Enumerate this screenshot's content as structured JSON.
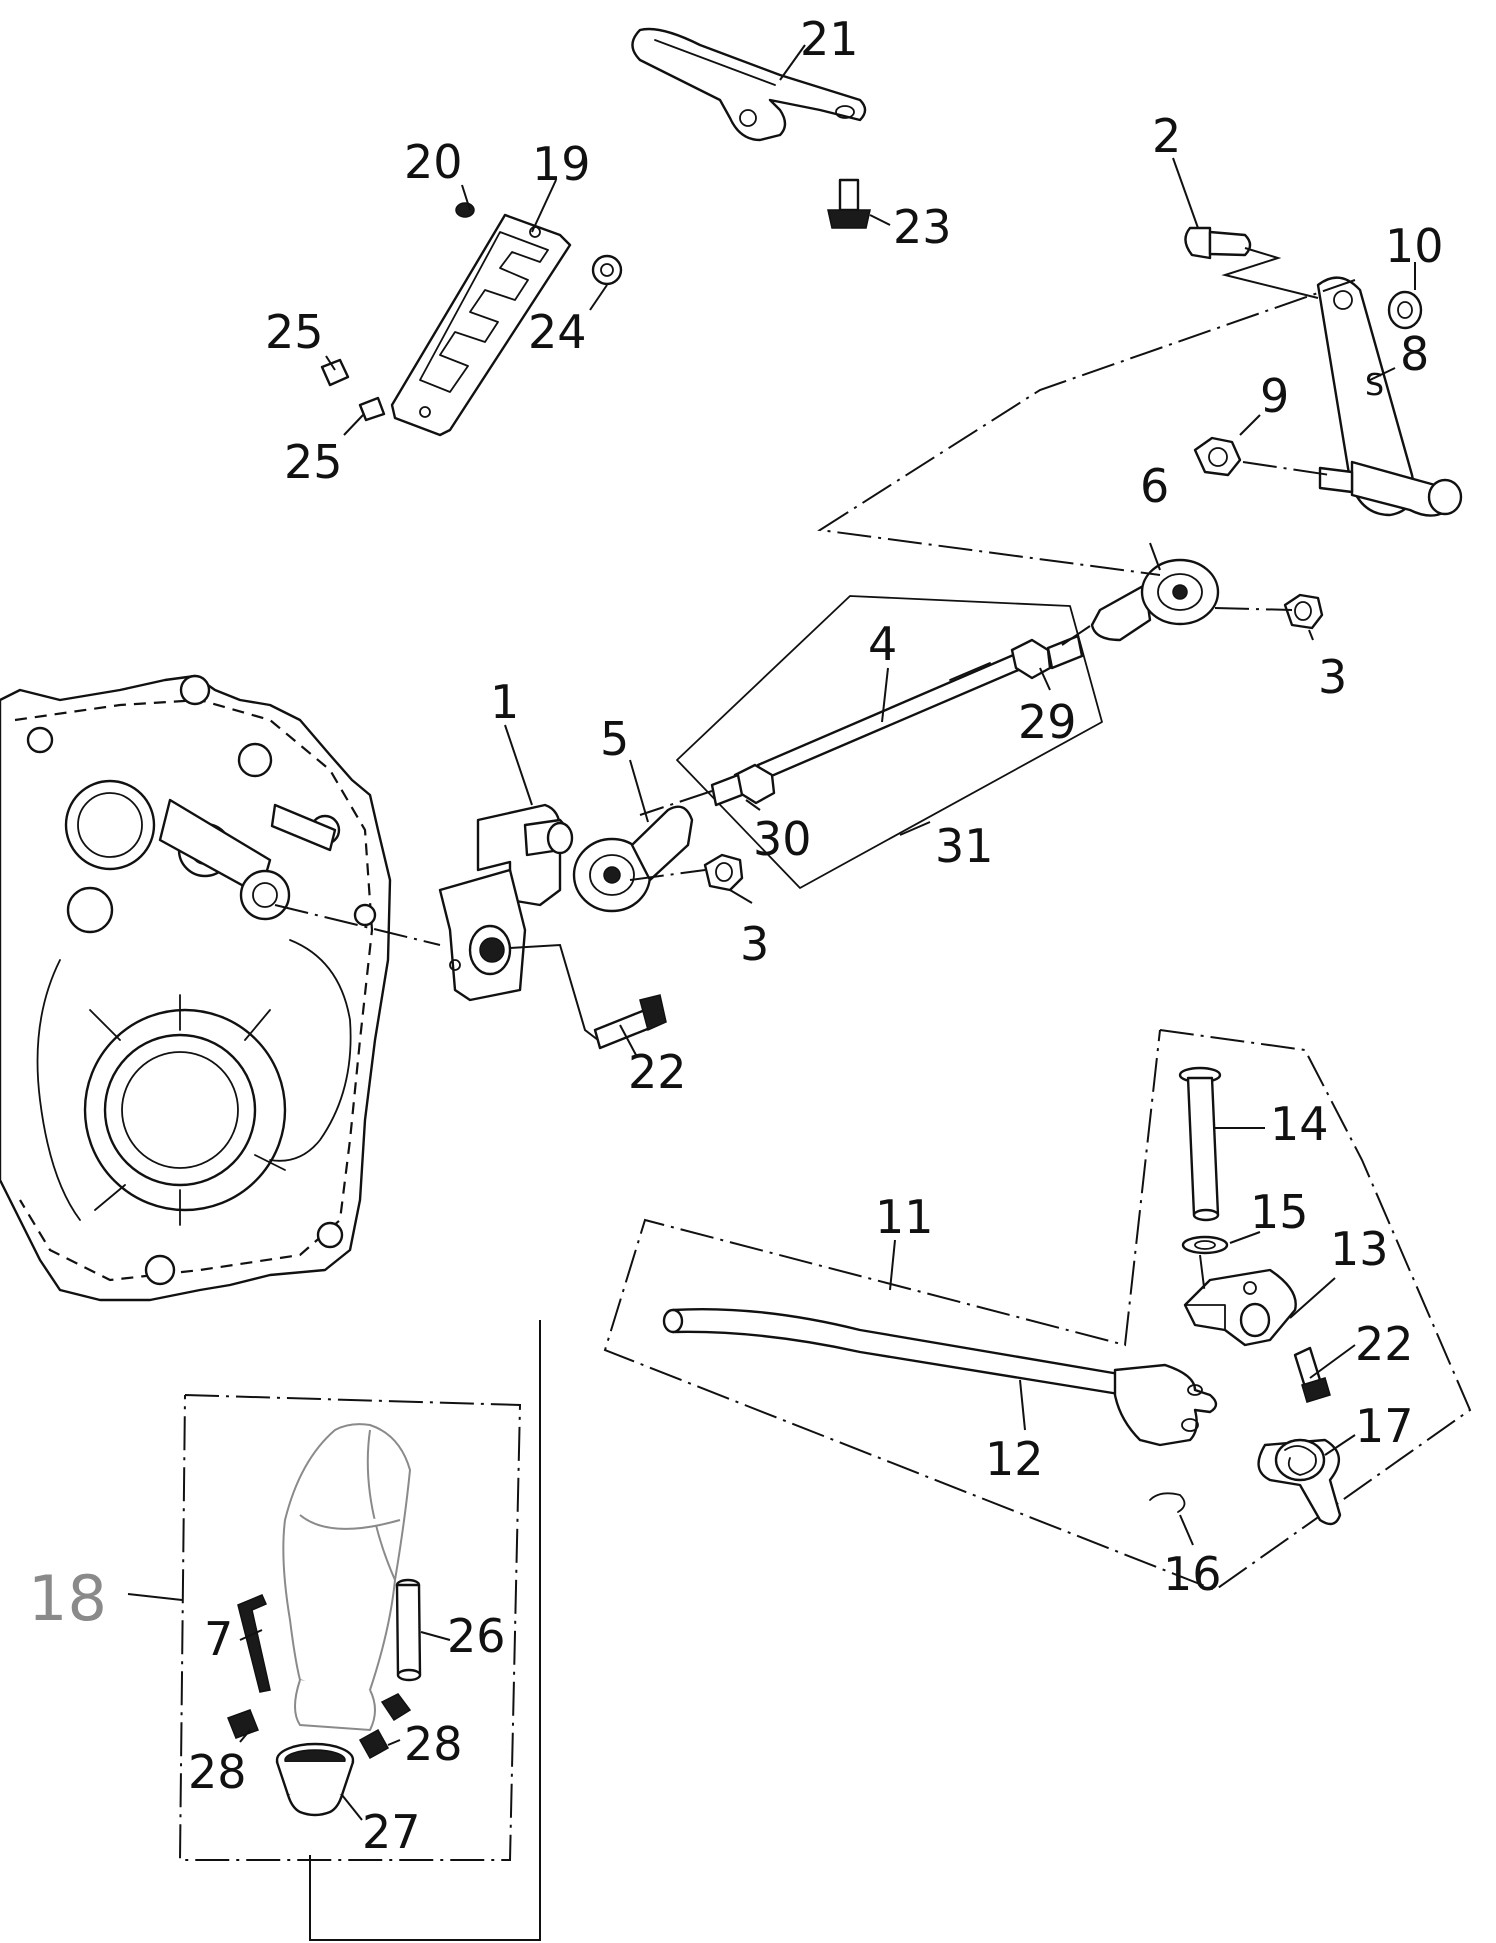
{
  "callouts": {
    "c1": "1",
    "c2": "2",
    "c3a": "3",
    "c3b": "3",
    "c4": "4",
    "c5": "5",
    "c6": "6",
    "c7": "7",
    "c8": "8",
    "c9": "9",
    "c10": "10",
    "c11": "11",
    "c12": "12",
    "c13": "13",
    "c14": "14",
    "c15": "15",
    "c16": "16",
    "c17": "17",
    "c18": "18",
    "c19": "19",
    "c20": "20",
    "c21": "21",
    "c22a": "22",
    "c22b": "22",
    "c23": "23",
    "c24": "24",
    "c25a": "25",
    "c25b": "25",
    "c26": "26",
    "c27": "27",
    "c28a": "28",
    "c28b": "28",
    "c29": "29",
    "c30": "30",
    "c31": "31"
  },
  "colors": {
    "line": "#111111",
    "light_label": "#8a8a8a",
    "background": "#ffffff"
  }
}
